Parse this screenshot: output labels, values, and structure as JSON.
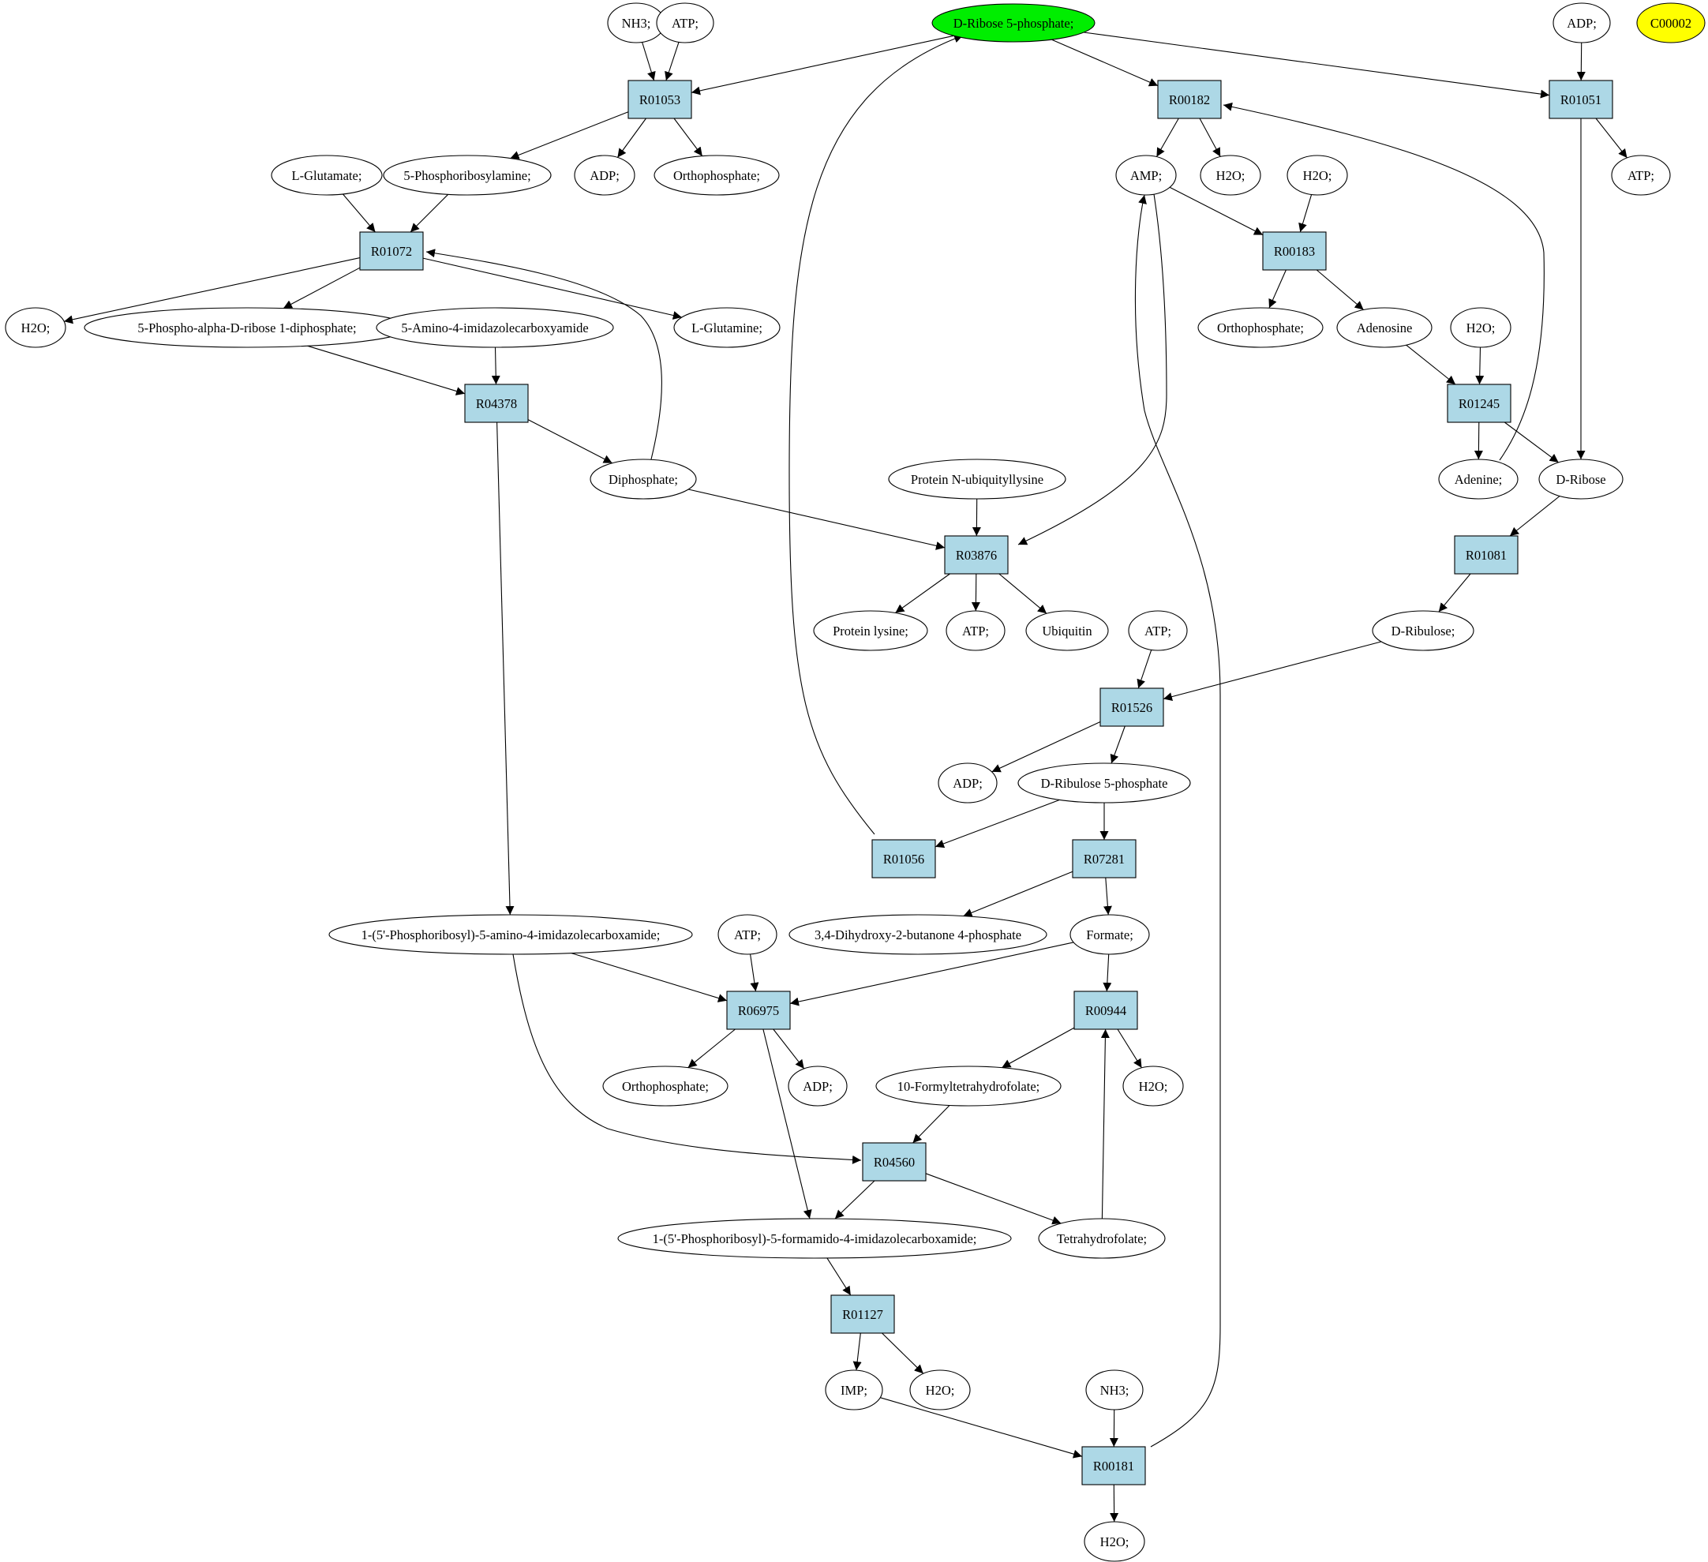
{
  "colors": {
    "reaction_fill": "#add8e6",
    "compound_fill": "#ffffff",
    "highlight_fill": "#00ee00",
    "isolated_fill": "#ffff00",
    "stroke": "#000000"
  },
  "nodes": [
    {
      "id": "nh3_a",
      "label": "NH3;",
      "kind": "compound"
    },
    {
      "id": "atp_a",
      "label": "ATP;",
      "kind": "compound"
    },
    {
      "id": "d_ribose_5p",
      "label": "D-Ribose 5-phosphate;",
      "kind": "highlight"
    },
    {
      "id": "adp_c",
      "label": "ADP;",
      "kind": "compound"
    },
    {
      "id": "c00002",
      "label": "C00002",
      "kind": "isolated"
    },
    {
      "id": "r01053",
      "label": "R01053",
      "kind": "reaction"
    },
    {
      "id": "r00182",
      "label": "R00182",
      "kind": "reaction"
    },
    {
      "id": "r01051",
      "label": "R01051",
      "kind": "reaction"
    },
    {
      "id": "l_glutamate",
      "label": "L-Glutamate;",
      "kind": "compound"
    },
    {
      "id": "phosphoribosylamine",
      "label": "5-Phosphoribosylamine;",
      "kind": "compound"
    },
    {
      "id": "adp_a",
      "label": "ADP;",
      "kind": "compound"
    },
    {
      "id": "orthophosphate_a",
      "label": "Orthophosphate;",
      "kind": "compound"
    },
    {
      "id": "amp",
      "label": "AMP;",
      "kind": "compound"
    },
    {
      "id": "h2o_b",
      "label": "H2O;",
      "kind": "compound"
    },
    {
      "id": "h2o_c",
      "label": "H2O;",
      "kind": "compound"
    },
    {
      "id": "atp_c",
      "label": "ATP;",
      "kind": "compound"
    },
    {
      "id": "r01072",
      "label": "R01072",
      "kind": "reaction"
    },
    {
      "id": "r00183",
      "label": "R00183",
      "kind": "reaction"
    },
    {
      "id": "h2o_a",
      "label": "H2O;",
      "kind": "compound"
    },
    {
      "id": "prpp",
      "label": "5-Phospho-alpha-D-ribose 1-diphosphate;",
      "kind": "compound"
    },
    {
      "id": "aica",
      "label": "5-Amino-4-imidazolecarboxyamide",
      "kind": "compound"
    },
    {
      "id": "l_glutamine",
      "label": "L-Glutamine;",
      "kind": "compound"
    },
    {
      "id": "orthophosphate_b",
      "label": "Orthophosphate;",
      "kind": "compound"
    },
    {
      "id": "adenosine",
      "label": "Adenosine",
      "kind": "compound"
    },
    {
      "id": "h2o_d",
      "label": "H2O;",
      "kind": "compound"
    },
    {
      "id": "r04378",
      "label": "R04378",
      "kind": "reaction"
    },
    {
      "id": "r01245",
      "label": "R01245",
      "kind": "reaction"
    },
    {
      "id": "diphosphate",
      "label": "Diphosphate;",
      "kind": "compound"
    },
    {
      "id": "protein_ub_lys",
      "label": "Protein N-ubiquityllysine",
      "kind": "compound"
    },
    {
      "id": "adenine",
      "label": "Adenine;",
      "kind": "compound"
    },
    {
      "id": "d_ribose",
      "label": "D-Ribose",
      "kind": "compound"
    },
    {
      "id": "r03876",
      "label": "R03876",
      "kind": "reaction"
    },
    {
      "id": "r01081",
      "label": "R01081",
      "kind": "reaction"
    },
    {
      "id": "protein_lysine",
      "label": "Protein lysine;",
      "kind": "compound"
    },
    {
      "id": "atp_b",
      "label": "ATP;",
      "kind": "compound"
    },
    {
      "id": "ubiquitin",
      "label": "Ubiquitin",
      "kind": "compound"
    },
    {
      "id": "atp_d",
      "label": "ATP;",
      "kind": "compound"
    },
    {
      "id": "d_ribulose",
      "label": "D-Ribulose;",
      "kind": "compound"
    },
    {
      "id": "r01526",
      "label": "R01526",
      "kind": "reaction"
    },
    {
      "id": "adp_b",
      "label": "ADP;",
      "kind": "compound"
    },
    {
      "id": "d_ribulose_5p",
      "label": "D-Ribulose 5-phosphate",
      "kind": "compound"
    },
    {
      "id": "r01056",
      "label": "R01056",
      "kind": "reaction"
    },
    {
      "id": "r07281",
      "label": "R07281",
      "kind": "reaction"
    },
    {
      "id": "aicar",
      "label": "1-(5'-Phosphoribosyl)-5-amino-4-imidazolecarboxamide;",
      "kind": "compound"
    },
    {
      "id": "atp_e",
      "label": "ATP;",
      "kind": "compound"
    },
    {
      "id": "dhbp",
      "label": "3,4-Dihydroxy-2-butanone 4-phosphate",
      "kind": "compound"
    },
    {
      "id": "formate",
      "label": "Formate;",
      "kind": "compound"
    },
    {
      "id": "r06975",
      "label": "R06975",
      "kind": "reaction"
    },
    {
      "id": "r00944",
      "label": "R00944",
      "kind": "reaction"
    },
    {
      "id": "orthophosphate_c",
      "label": "Orthophosphate;",
      "kind": "compound"
    },
    {
      "id": "adp_d",
      "label": "ADP;",
      "kind": "compound"
    },
    {
      "id": "formyl_thf",
      "label": "10-Formyltetrahydrofolate;",
      "kind": "compound"
    },
    {
      "id": "h2o_e",
      "label": "H2O;",
      "kind": "compound"
    },
    {
      "id": "r04560",
      "label": "R04560",
      "kind": "reaction"
    },
    {
      "id": "faicar",
      "label": "1-(5'-Phosphoribosyl)-5-formamido-4-imidazolecarboxamide;",
      "kind": "compound"
    },
    {
      "id": "thf",
      "label": "Tetrahydrofolate;",
      "kind": "compound"
    },
    {
      "id": "r01127",
      "label": "R01127",
      "kind": "reaction"
    },
    {
      "id": "imp",
      "label": "IMP;",
      "kind": "compound"
    },
    {
      "id": "h2o_f",
      "label": "H2O;",
      "kind": "compound"
    },
    {
      "id": "nh3_b",
      "label": "NH3;",
      "kind": "compound"
    },
    {
      "id": "r00181",
      "label": "R00181",
      "kind": "reaction"
    },
    {
      "id": "h2o_g",
      "label": "H2O;",
      "kind": "compound"
    }
  ],
  "edges": [
    {
      "from": "nh3_a",
      "to": "r01053"
    },
    {
      "from": "atp_a",
      "to": "r01053"
    },
    {
      "from": "d_ribose_5p",
      "to": "r01053"
    },
    {
      "from": "d_ribose_5p",
      "to": "r00182"
    },
    {
      "from": "d_ribose_5p",
      "to": "r01051"
    },
    {
      "from": "adp_c",
      "to": "r01051"
    },
    {
      "from": "r01053",
      "to": "phosphoribosylamine"
    },
    {
      "from": "r01053",
      "to": "adp_a"
    },
    {
      "from": "r01053",
      "to": "orthophosphate_a"
    },
    {
      "from": "r00182",
      "to": "amp"
    },
    {
      "from": "r00182",
      "to": "h2o_b"
    },
    {
      "from": "r01051",
      "to": "atp_c"
    },
    {
      "from": "r01051",
      "to": "d_ribose"
    },
    {
      "from": "l_glutamate",
      "to": "r01072"
    },
    {
      "from": "phosphoribosylamine",
      "to": "r01072"
    },
    {
      "from": "r01072",
      "to": "h2o_a"
    },
    {
      "from": "r01072",
      "to": "prpp"
    },
    {
      "from": "r01072",
      "to": "l_glutamine"
    },
    {
      "from": "amp",
      "to": "r00183"
    },
    {
      "from": "h2o_c",
      "to": "r00183"
    },
    {
      "from": "r00183",
      "to": "orthophosphate_b"
    },
    {
      "from": "r00183",
      "to": "adenosine"
    },
    {
      "from": "prpp",
      "to": "r04378"
    },
    {
      "from": "aica",
      "to": "r04378"
    },
    {
      "from": "r04378",
      "to": "diphosphate"
    },
    {
      "from": "r04378",
      "to": "aicar"
    },
    {
      "from": "diphosphate",
      "to": "r01072"
    },
    {
      "from": "diphosphate",
      "to": "r03876"
    },
    {
      "from": "adenosine",
      "to": "r01245"
    },
    {
      "from": "h2o_d",
      "to": "r01245"
    },
    {
      "from": "r01245",
      "to": "adenine"
    },
    {
      "from": "r01245",
      "to": "d_ribose"
    },
    {
      "from": "adenine",
      "to": "r00182"
    },
    {
      "from": "amp",
      "to": "r03876"
    },
    {
      "from": "protein_ub_lys",
      "to": "r03876"
    },
    {
      "from": "r03876",
      "to": "protein_lysine"
    },
    {
      "from": "r03876",
      "to": "atp_b"
    },
    {
      "from": "r03876",
      "to": "ubiquitin"
    },
    {
      "from": "d_ribose",
      "to": "r01081"
    },
    {
      "from": "r01081",
      "to": "d_ribulose"
    },
    {
      "from": "d_ribulose",
      "to": "r01526"
    },
    {
      "from": "atp_d",
      "to": "r01526"
    },
    {
      "from": "r01526",
      "to": "adp_b"
    },
    {
      "from": "r01526",
      "to": "d_ribulose_5p"
    },
    {
      "from": "d_ribulose_5p",
      "to": "r01056"
    },
    {
      "from": "d_ribulose_5p",
      "to": "r07281"
    },
    {
      "from": "r01056",
      "to": "d_ribose_5p"
    },
    {
      "from": "r07281",
      "to": "dhbp"
    },
    {
      "from": "r07281",
      "to": "formate"
    },
    {
      "from": "aicar",
      "to": "r06975"
    },
    {
      "from": "atp_e",
      "to": "r06975"
    },
    {
      "from": "formate",
      "to": "r06975"
    },
    {
      "from": "formate",
      "to": "r00944"
    },
    {
      "from": "r06975",
      "to": "orthophosphate_c"
    },
    {
      "from": "r06975",
      "to": "adp_d"
    },
    {
      "from": "r06975",
      "to": "faicar"
    },
    {
      "from": "r00944",
      "to": "formyl_thf"
    },
    {
      "from": "r00944",
      "to": "h2o_e"
    },
    {
      "from": "aicar",
      "to": "r04560"
    },
    {
      "from": "formyl_thf",
      "to": "r04560"
    },
    {
      "from": "r04560",
      "to": "faicar"
    },
    {
      "from": "r04560",
      "to": "thf"
    },
    {
      "from": "thf",
      "to": "r00944"
    },
    {
      "from": "faicar",
      "to": "r01127"
    },
    {
      "from": "r01127",
      "to": "imp"
    },
    {
      "from": "r01127",
      "to": "h2o_f"
    },
    {
      "from": "imp",
      "to": "r00181"
    },
    {
      "from": "nh3_b",
      "to": "r00181"
    },
    {
      "from": "r00181",
      "to": "h2o_g"
    },
    {
      "from": "r00181",
      "to": "amp"
    }
  ]
}
